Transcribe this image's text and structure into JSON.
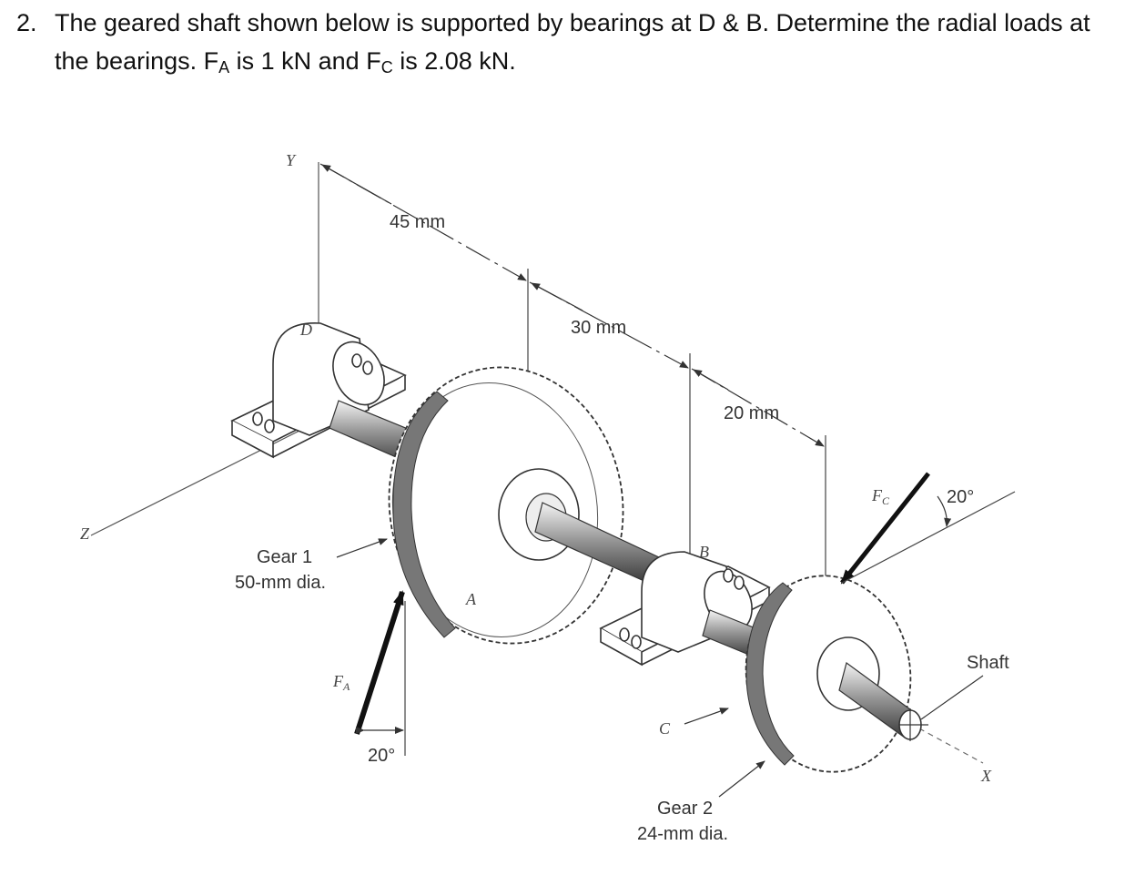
{
  "problem": {
    "number": "2.",
    "line1": "The geared shaft shown below is supported by bearings at D & B.  Determine the radial loads at",
    "line2_prefix": "the bearings.  F",
    "fa_sub": "A",
    "line2_mid": " is 1 kN and  F",
    "fc_sub": "C",
    "line2_end": " is 2.08 kN."
  },
  "figure": {
    "dim_45": "45 mm",
    "dim_30": "30 mm",
    "dim_20": "20 mm",
    "axis_y": "Y",
    "axis_z": "Z",
    "axis_x": "X",
    "point_d": "D",
    "point_a": "A",
    "point_b": "B",
    "point_c": "C",
    "gear1_name": "Gear 1",
    "gear1_dia": "50-mm dia.",
    "gear2_name": "Gear 2",
    "gear2_dia": "24-mm dia.",
    "force_a": "F",
    "force_a_sub": "A",
    "force_c": "F",
    "force_c_sub": "C",
    "angle_a": "20°",
    "angle_c": "20°",
    "shaft": "Shaft"
  }
}
